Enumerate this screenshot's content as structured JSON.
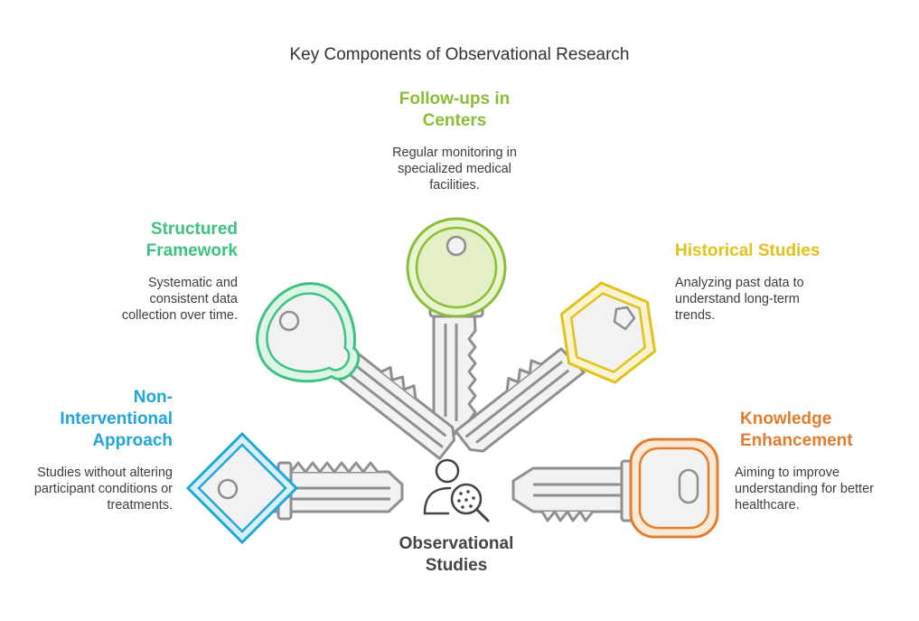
{
  "title": "Key Components of Observational Research",
  "center": {
    "label": "Observational Studies",
    "icon": "researcher-magnifier-icon"
  },
  "components": [
    {
      "id": "follow-ups",
      "title": "Follow-ups in Centers",
      "description": "Regular monitoring in specialized medical facilities.",
      "color": "#8cbd3a",
      "fill": "#e9f5cf"
    },
    {
      "id": "structured",
      "title": "Structured Framework",
      "description": "Systematic and consistent data collection over time.",
      "color": "#3ec283",
      "fill": "#dcf5e7"
    },
    {
      "id": "historical",
      "title": "Historical Studies",
      "description": "Analyzing past data to understand long-term trends.",
      "color": "#e2c11b",
      "fill": "#fbf3cf"
    },
    {
      "id": "non-interventional",
      "title": "Non-Interventional Approach",
      "description": "Studies without altering participant conditions or treatments.",
      "color": "#22a6d8",
      "fill": "#d8f0fa"
    },
    {
      "id": "knowledge",
      "title": "Knowledge Enhancement",
      "description": "Aiming to improve understanding for better healthcare.",
      "color": "#e27d2f",
      "fill": "#fde9d6"
    }
  ]
}
